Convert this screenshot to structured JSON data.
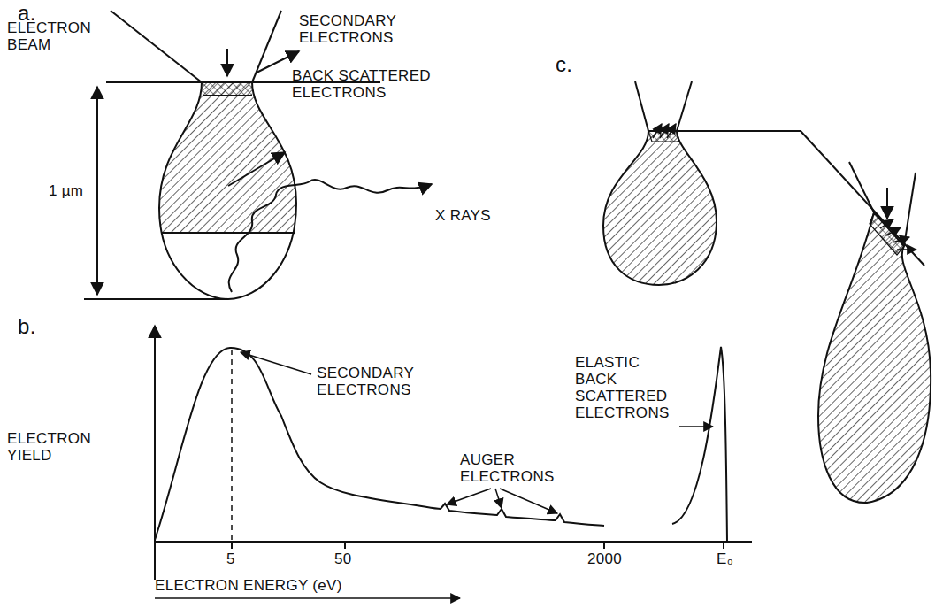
{
  "diagram": {
    "labels": [
      "a.",
      "ELECTRON BEAM",
      "SECONDARY ELECTRONS",
      "BACK SCATTERED ELECTRONS",
      "1 µm",
      "X RAYS",
      "c.",
      "b.",
      "ELECTRON YIELD",
      "SECONDARY ELECTRONS",
      "AUGER ELECTRONS",
      "ELASTIC BACK SCATTERED ELECTRONS",
      "5",
      "50",
      "2000",
      "E₀",
      "ELECTRON ENERGY (eV)"
    ]
  }
}
